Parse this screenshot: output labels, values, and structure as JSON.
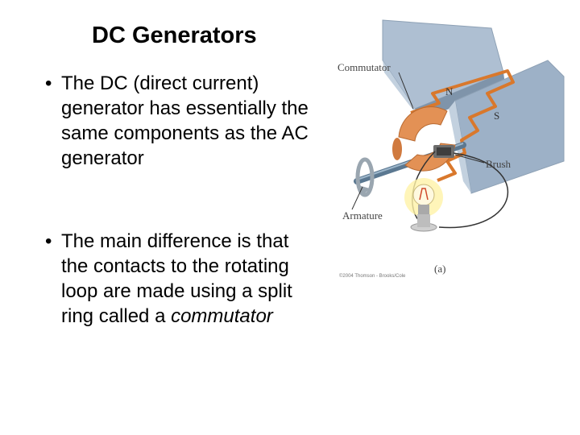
{
  "slide": {
    "title": "DC Generators",
    "bullets": [
      {
        "marker": "•",
        "text": "The DC (direct current) generator has essentially the same components as the AC generator"
      },
      {
        "marker": "•",
        "text_before": "The main difference is that the contacts to the rotating loop are made using a split ring called a ",
        "text_emphasis": "commutator"
      }
    ]
  },
  "figure": {
    "labels": {
      "commutator": "Commutator",
      "north": "N",
      "south": "S",
      "brush": "Brush",
      "armature": "Armature",
      "panel": "(a)",
      "copyright": "©2004 Thomson - Brooks/Cole"
    },
    "colors": {
      "magnet": "#9fb3c9",
      "copper": "#e39155",
      "wire": "#d9782c",
      "shaft": "#5b7891"
    }
  }
}
